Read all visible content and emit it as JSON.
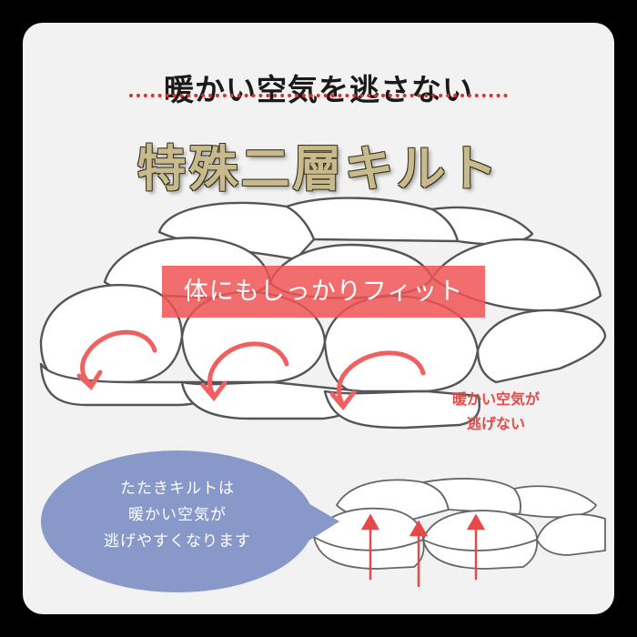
{
  "headline": "暖かい空気を逃さない",
  "title": "特殊二層キルト",
  "fit_label": "体にもしっかりフィット",
  "warm_note": [
    "暖かい空気が",
    "逃げない"
  ],
  "bubble_lines": [
    "たたきキルトは",
    "暖かい空気が",
    "逃げやすくなります"
  ],
  "colors": {
    "background": "#000000",
    "card": "#f2f2f2",
    "accent_red": "#e84848",
    "title_gold": "#c8ba8c",
    "bubble_blue": "#8898c8"
  },
  "icons": [
    "down-curve-arrow-icon",
    "up-arrow-icon"
  ]
}
